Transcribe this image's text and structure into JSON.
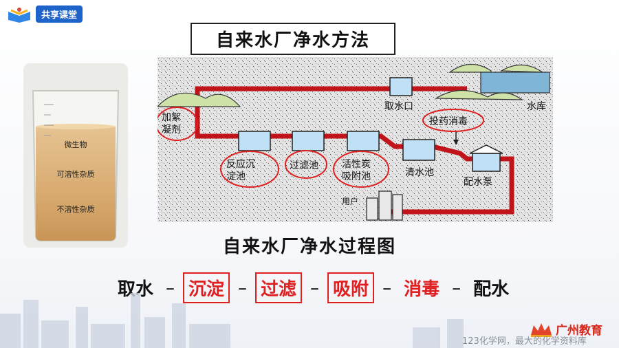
{
  "header": {
    "logo_text": "共享课堂"
  },
  "title": "自来水厂净水方法",
  "beaker": {
    "labels": [
      "微生物",
      "可溶性杂质",
      "不溶性杂质"
    ]
  },
  "diagram": {
    "labels": {
      "add_coagulant_1": "加絮",
      "add_coagulant_2": "凝剂",
      "intake": "取水口",
      "reservoir": "水库",
      "disinfect": "投药消毒",
      "reaction_1": "反应沉",
      "reaction_2": "淀池",
      "filter": "过滤池",
      "carbon_1": "活性炭",
      "carbon_2": "吸附池",
      "clear": "清水池",
      "pump": "配水泵",
      "user": "用户"
    }
  },
  "caption": "自来水厂净水过程图",
  "steps": [
    {
      "label": "取水",
      "style": "plain"
    },
    {
      "label": "沉淀",
      "style": "boxed"
    },
    {
      "label": "过滤",
      "style": "boxed"
    },
    {
      "label": "吸附",
      "style": "boxed"
    },
    {
      "label": "消毒",
      "style": "red"
    },
    {
      "label": "配水",
      "style": "plain"
    }
  ],
  "separator": "–",
  "footer": {
    "brand": "广州教育",
    "watermark": "123化学网，最大的化学资料库"
  },
  "colors": {
    "pipe": "#c0141a",
    "accent_red": "#e02020",
    "logo_blue": "#1d63c9"
  }
}
